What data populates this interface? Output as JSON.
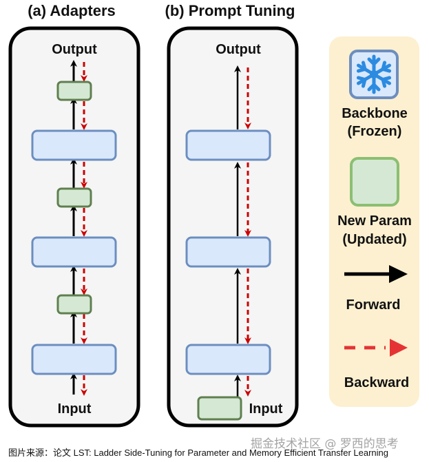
{
  "panels": {
    "adapters": {
      "title": "(a) Adapters",
      "output_label": "Output",
      "input_label": "Input"
    },
    "prompt_tuning": {
      "title": "(b) Prompt Tuning",
      "output_label": "Output",
      "input_label": "Input"
    }
  },
  "legend": {
    "backbone_line1": "Backbone",
    "backbone_line2": "(Frozen)",
    "newparam_line1": "New Param",
    "newparam_line2": "(Updated)",
    "forward": "Forward",
    "backward": "Backward"
  },
  "colors": {
    "backbone_fill": "#dae8fc",
    "backbone_stroke": "#6c8ebf",
    "param_fill": "#d5e8d4",
    "param_stroke": "#5f7f4f",
    "backward_arrow": "#cc0000",
    "legend_bg": "#fdf0d0",
    "panel_bg": "#f5f5f5",
    "snowflake": "#2b8be0"
  },
  "caption": "图片来源：论文 LST: Ladder Side-Tuning for Parameter and Memory Efficient Transfer Learning",
  "watermark": "掘金技术社区 @ 罗西的思考"
}
